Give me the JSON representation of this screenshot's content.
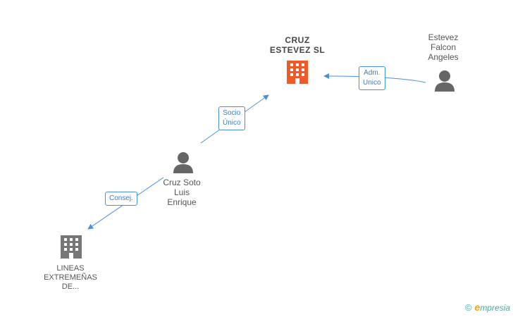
{
  "colors": {
    "primary_company": "#f05a28",
    "company": "#777777",
    "person": "#666666",
    "edge": "#4a90d9",
    "brand": "#4aa8a0"
  },
  "nodes": {
    "cruz_estevez": {
      "line1": "CRUZ",
      "line2": "ESTEVEZ  SL",
      "icon": "building-icon"
    },
    "estevez_falcon": {
      "line1": "Estevez",
      "line2": "Falcon",
      "line3": "Angeles",
      "icon": "person-icon"
    },
    "cruz_soto": {
      "line1": "Cruz Soto",
      "line2": "Luis",
      "line3": "Enrique",
      "icon": "person-icon"
    },
    "lineas": {
      "line1": "LINEAS",
      "line2": "EXTREMEÑAS",
      "line3": "DE...",
      "icon": "building-icon"
    }
  },
  "edges": {
    "adm_unico": {
      "line1": "Adm.",
      "line2": "Unico"
    },
    "socio_unico": {
      "line1": "Socio",
      "line2": "Único"
    },
    "consej": {
      "line1": "Consej."
    }
  },
  "footer": {
    "copyright": "©",
    "brand_initial": "e",
    "brand_rest": "mpresia"
  }
}
